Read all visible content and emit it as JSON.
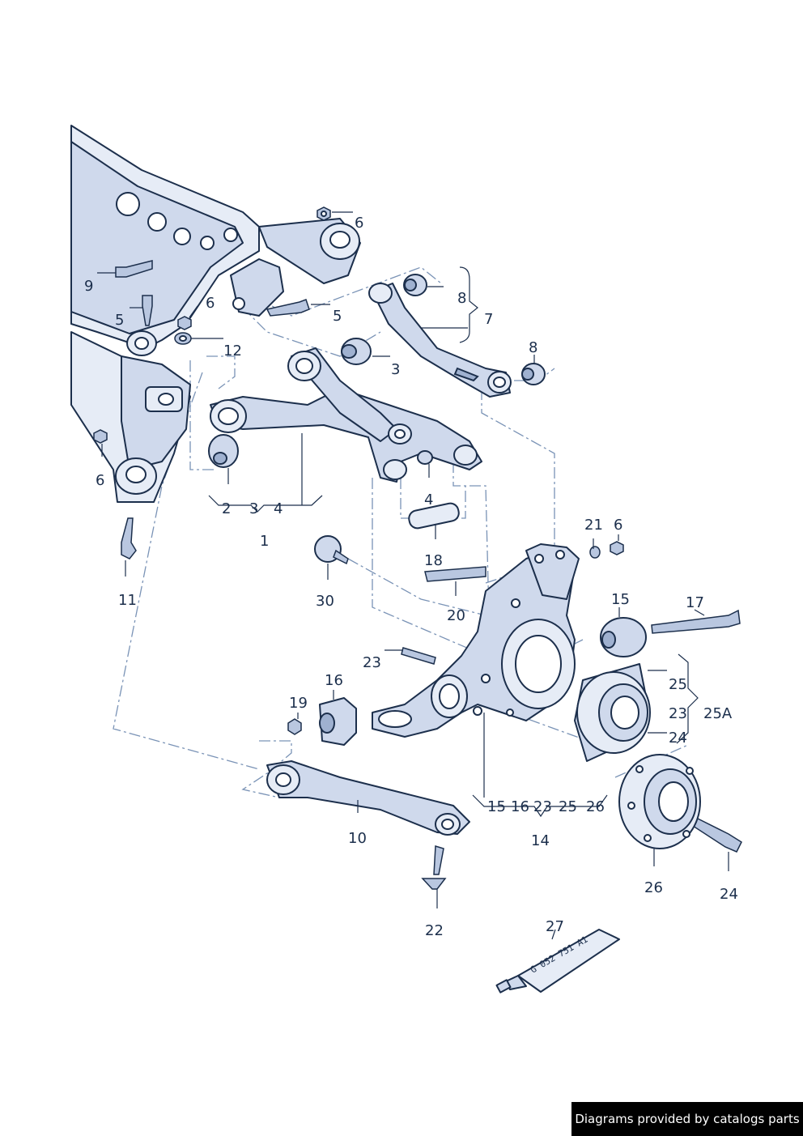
{
  "callouts": {
    "c1": "1",
    "c2": "2",
    "c3a": "3",
    "c3b": "3",
    "c4a": "4",
    "c4b": "4",
    "c5a": "5",
    "c5b": "5",
    "c6a": "6",
    "c6b": "6",
    "c6c": "6",
    "c6d": "6",
    "c7": "7",
    "c8a": "8",
    "c8b": "8",
    "c9": "9",
    "c10": "10",
    "c11": "11",
    "c12": "12",
    "c14": "14",
    "c15a": "15",
    "c15b": "15",
    "c16a": "16",
    "c16b": "16",
    "c17": "17",
    "c18": "18",
    "c19": "19",
    "c20": "20",
    "c21": "21",
    "c22": "22",
    "c23a": "23",
    "c23b": "23",
    "c23c": "23",
    "c24a": "24",
    "c24b": "24",
    "c25a": "25",
    "c25b": "25",
    "c25A": "25A",
    "c26a": "26",
    "c26b": "26",
    "c27": "27",
    "c30": "30"
  },
  "grease_tube_label": "G 052 751 A1",
  "footer": {
    "text": "Diagrams provided by catalogs parts"
  }
}
